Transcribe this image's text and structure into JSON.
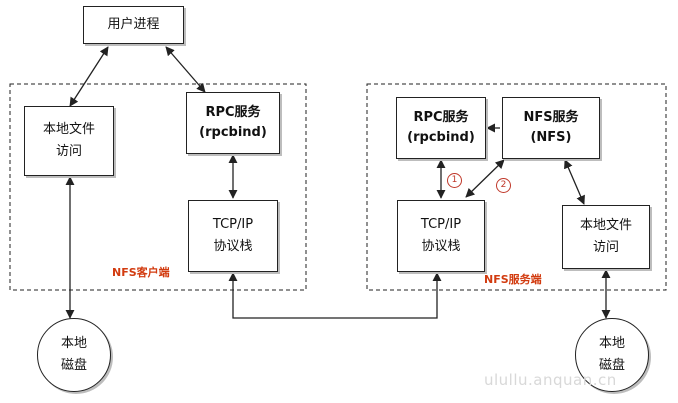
{
  "nodes": {
    "user_process": "用户进程",
    "client_local_file_access": [
      "本地文件",
      "访问"
    ],
    "client_rpc_service": [
      "RPC服务",
      "(rpcbind)"
    ],
    "client_tcpip_stack": [
      "TCP/IP",
      "协议栈"
    ],
    "client_local_disk": [
      "本地",
      "磁盘"
    ],
    "server_rpc_service": [
      "RPC服务",
      "(rpcbind)"
    ],
    "server_nfs_service": [
      "NFS服务",
      "(NFS)"
    ],
    "server_tcpip_stack": [
      "TCP/IP",
      "协议栈"
    ],
    "server_local_file_access": [
      "本地文件",
      "访问"
    ],
    "server_local_disk": [
      "本地",
      "磁盘"
    ]
  },
  "regions": {
    "client_label": "NFS客户端",
    "server_label": "NFS服务端"
  },
  "step_markers": [
    "1",
    "2"
  ],
  "watermark": "ulullu.anquan.cn",
  "colors": {
    "region_label": "#d23b0f",
    "step_marker": "#c0392b",
    "line": "#222222"
  }
}
